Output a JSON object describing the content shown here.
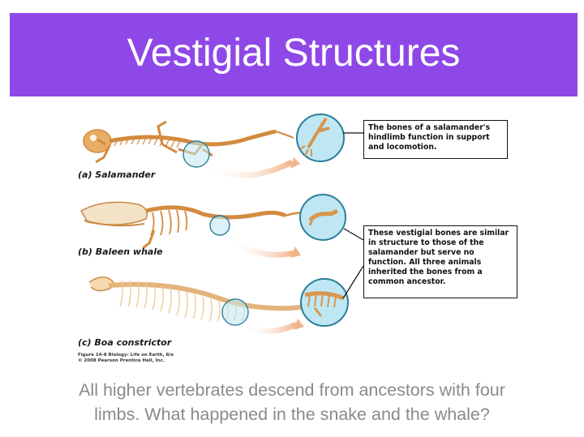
{
  "slide": {
    "title": "Vestigial Structures",
    "caption_line1": "All higher vertebrates descend from ancestors with four",
    "caption_line2": "limbs. What happened in the snake and the whale?",
    "colors": {
      "title_bar": "#8f48e8",
      "title_text": "#ffffff",
      "caption_text": "#8a8a8a",
      "bone": "#e0a25a",
      "magnifier": "#bfe7f3"
    }
  },
  "figure": {
    "labels": {
      "a": "(a) Salamander",
      "b": "(b) Baleen whale",
      "c": "(c) Boa constrictor"
    },
    "callout_top": "The bones of a salamander's hindlimb function in support and locomotion.",
    "callout_middle": "These vestigial bones are similar in structure to those of the salamander but serve no function. All three animals inherited the bones from a common ancestor.",
    "credit_line1": "Figure 14-8 Biology: Life on Earth, 8/e",
    "credit_line2": "© 2008 Pearson Prentice Hall, Inc."
  }
}
